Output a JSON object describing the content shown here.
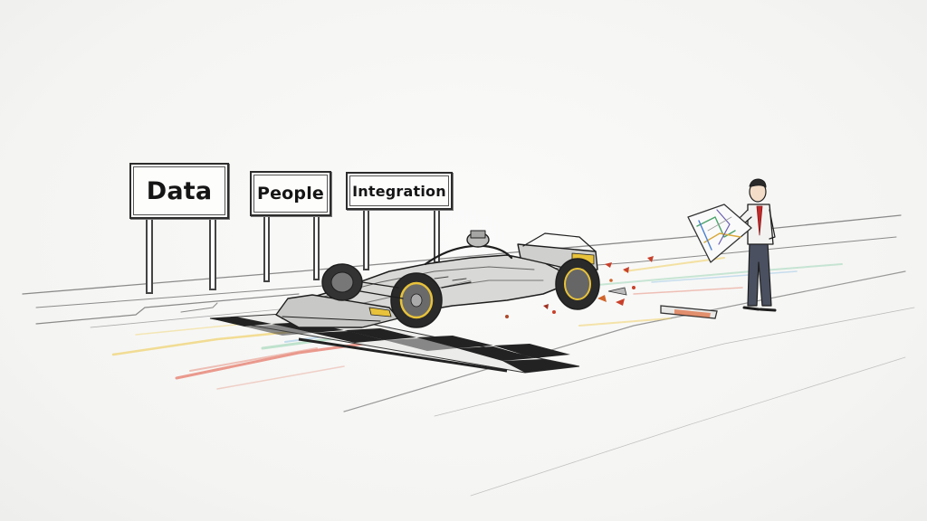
{
  "signs": [
    {
      "label": "Data"
    },
    {
      "label": "People"
    },
    {
      "label": "Integration"
    }
  ],
  "colors": {
    "ink": "#222222",
    "paper": "#f7f7f5",
    "tire_yellow": "#e8c23a",
    "debris_red": "#c8402a",
    "speed_red": "#e06a5a",
    "speed_yellow": "#f0d060",
    "speed_green": "#9fd3b5",
    "speed_blue": "#9cc8e8",
    "tie_red": "#c02a2a"
  },
  "icons": [
    "road-sign",
    "race-car",
    "checkered-line",
    "man-with-map",
    "debris"
  ]
}
